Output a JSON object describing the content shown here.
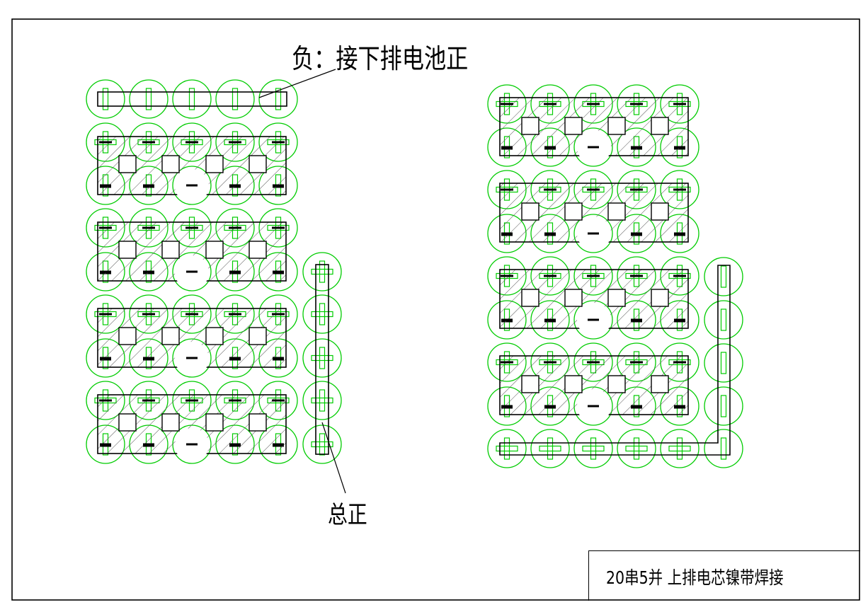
{
  "labels": {
    "negative_note": "负：接下排电池正",
    "total_positive": "总正"
  },
  "title_block": {
    "title": "20串5并 上排电芯镍带焊接"
  },
  "colors": {
    "cell_outline": "#00cc00",
    "strip_outline": "#000000",
    "hatch": "#444444",
    "background": "#ffffff"
  },
  "layout_counts": {
    "series": 20,
    "parallel": 5
  }
}
